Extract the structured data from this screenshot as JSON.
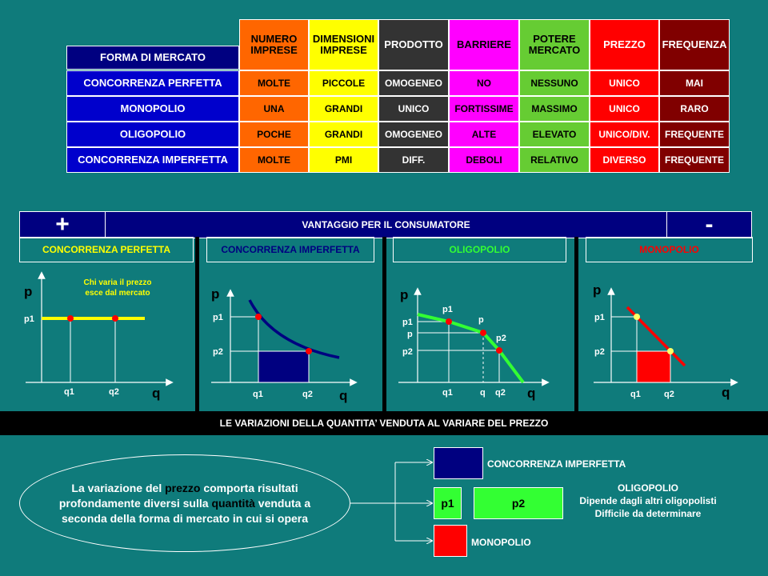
{
  "table": {
    "corner_label": "FORMA DI MERCATO",
    "headers": [
      {
        "label": "NUMERO IMPRESE",
        "bg": "#FF6600",
        "fg": "#000000"
      },
      {
        "label": "DIMENSIONI IMPRESE",
        "bg": "#FFFF00",
        "fg": "#000000"
      },
      {
        "label": "PRODOTTO",
        "bg": "#333333",
        "fg": "#FFFFFF"
      },
      {
        "label": "BARRIERE",
        "bg": "#FF00FF",
        "fg": "#000000"
      },
      {
        "label": "POTERE MERCATO",
        "bg": "#66CC33",
        "fg": "#000000"
      },
      {
        "label": "PREZZO",
        "bg": "#FF0000",
        "fg": "#FFFFFF"
      },
      {
        "label": "FREQUENZA",
        "bg": "#800000",
        "fg": "#FFFFFF"
      }
    ],
    "rows": [
      {
        "label": "CONCORRENZA PERFETTA",
        "cells": [
          "MOLTE",
          "PICCOLE",
          "OMOGENEO",
          "NO",
          "NESSUNO",
          "UNICO",
          "MAI"
        ]
      },
      {
        "label": "MONOPOLIO",
        "cells": [
          "UNA",
          "GRANDI",
          "UNICO",
          "FORTISSIME",
          "MASSIMO",
          "UNICO",
          "RARO"
        ]
      },
      {
        "label": "OLIGOPOLIO",
        "cells": [
          "POCHE",
          "GRANDI",
          "OMOGENEO",
          "ALTE",
          "ELEVATO",
          "UNICO/DIV.",
          "FREQUENTE"
        ]
      },
      {
        "label": "CONCORRENZA IMPERFETTA",
        "cells": [
          "MOLTE",
          "PMI",
          "DIFF.",
          "DEBOLI",
          "RELATIVO",
          "DIVERSO",
          "FREQUENTE"
        ]
      }
    ]
  },
  "advantage": {
    "plus": "+",
    "title": "VANTAGGIO PER IL CONSUMATORE",
    "minus": "-"
  },
  "panels": [
    {
      "title": "CONCORRENZA PERFETTA",
      "title_color": "#FFFF00",
      "note": [
        "Chi varia il prezzo",
        "esce dal mercato"
      ],
      "p": "p",
      "q": "q",
      "p1": "p1",
      "q1": "q1",
      "q2": "q2"
    },
    {
      "title": "CONCORRENZA IMPERFETTA",
      "title_color": "#000080",
      "p": "p",
      "q": "q",
      "p1": "p1",
      "p2": "p2",
      "q1": "q1",
      "q2": "q2"
    },
    {
      "title": "OLIGOPOLIO",
      "title_color": "#33FF33",
      "p": "p",
      "q": "q",
      "p1": "p1",
      "pmid": "p",
      "p2": "p2",
      "q1": "q1",
      "qmid": "q",
      "q2": "q2"
    },
    {
      "title": "MONOPOLIO",
      "title_color": "#FF0000",
      "p": "p",
      "q": "q",
      "p1": "p1",
      "p2": "p2",
      "q1": "q1",
      "q2": "q2"
    }
  ],
  "banner": "LE VARIAZIONI DELLA QUANTITA’ VENDUTA AL VARIARE DEL PREZZO",
  "ellipse": {
    "before_prezzo": "La variazione del ",
    "prezzo": "prezzo",
    "middle": " comporta risultati profondamente diversi sulla ",
    "quantita": "quantità",
    "after": " venduta a seconda della forma di mercato in cui si opera"
  },
  "legend": {
    "imperfect": "CONCORRENZA IMPERFETTA",
    "oligo_p1": "p1",
    "oligo_p2": "p2",
    "oligo_title": "OLIGOPOLIO",
    "oligo_line1": "Dipende dagli altri oligopolisti",
    "oligo_line2": "Difficile da determinare",
    "monopoly": "MONOPOLIO"
  },
  "colors": {
    "background": "#0F7B7B",
    "navy": "#000080",
    "blue": "#0000CC",
    "green": "#33FF33",
    "red": "#FF0000",
    "yellow": "#FFFF00"
  }
}
